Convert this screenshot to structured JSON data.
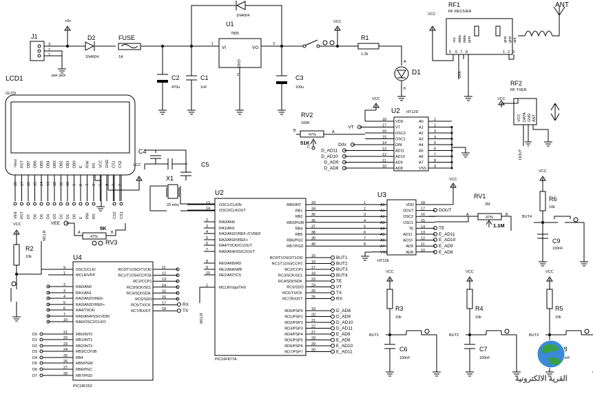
{
  "power": {
    "j1": "J1",
    "j1_pins": [
      "3",
      "2",
      "1"
    ],
    "pwr_jack": "pwr jack",
    "vplus9": "+9v",
    "d2": "D2",
    "d2_part": "1N4004",
    "fuse": "FUSE",
    "fuse_val": "1A",
    "u1": "U1",
    "u1_part": "7805",
    "u1_vi": "VI",
    "u1_vo": "VO",
    "u1_gnd": "GND",
    "u1_pins": [
      "1",
      "3",
      "2"
    ],
    "d_top_part": "1N4004",
    "c2": "C2",
    "c2_val": "470u",
    "c1": "C1",
    "c1_val": "1nF",
    "c3": "C3",
    "c3_val": "100u",
    "vcc": "VCC",
    "r1": "R1",
    "r1_val": "1.2k",
    "d1": "D1",
    "anode": "A",
    "cathode": "K"
  },
  "rf": {
    "rf1": "RF1",
    "rf1_desc": "RF RECIVER",
    "ant": "ANT",
    "rf1_pins": [
      "vcc",
      "data",
      "data",
      "gnd",
      "gnd",
      "gnd",
      "ant"
    ],
    "rf1_nums": [
      "5",
      "6",
      "7",
      "8",
      "1",
      "2",
      "3"
    ],
    "din": "DIN",
    "rf2": "RF2",
    "rf2_desc": "RF TXER",
    "rf2_pins": [
      "VCC",
      "DATA",
      "GND",
      "ANT"
    ],
    "dout": "DOUT"
  },
  "u2enc": {
    "name": "U2",
    "part": "HT12D",
    "left_pins": [
      "VDD",
      "VT",
      "OSC2",
      "OSC1",
      "DIN",
      "AD11",
      "AD10",
      "AD9",
      "AD8"
    ],
    "left_nums": [
      "18",
      "17",
      "16",
      "15",
      "14",
      "13",
      "12",
      "11",
      "10"
    ],
    "right_pins": [
      "A0",
      "A1",
      "A2",
      "A3",
      "A4",
      "A5",
      "A6",
      "A7",
      "VSS"
    ],
    "right_nums": [
      "1",
      "2",
      "3",
      "4",
      "5",
      "6",
      "7",
      "8",
      "9"
    ],
    "nets": [
      "VT",
      "DIN",
      "D_AD11",
      "D_AD10",
      "D_AD9",
      "D_AD8"
    ]
  },
  "rv2": {
    "name": "RV2",
    "val": "100K",
    "pct": "47%",
    "res": "51K",
    "a": "A",
    "b": "B",
    "c": "C"
  },
  "lcd": {
    "name": "LCD1",
    "part": "GLCD",
    "pins": [
      "-Vout",
      "RST",
      "DB7",
      "DB6",
      "DB5",
      "DB4",
      "DB3",
      "DB2",
      "DB1",
      "DB0",
      "E",
      "R/W",
      "RS",
      "VCC",
      "GND",
      "CS1",
      "CS2"
    ],
    "pin_nums": [
      "18",
      "17",
      "16",
      "15",
      "14",
      "13",
      "12",
      "11",
      "10",
      "9",
      "8",
      "7",
      "6",
      "5",
      "4",
      "3",
      "2",
      "1"
    ],
    "bottom_labels": [
      "VEE",
      "RST",
      "D7",
      "D6",
      "D5",
      "D4",
      "D3",
      "D2",
      "D1",
      "D0",
      "E",
      "RW",
      "RS",
      "CS2",
      "CS1"
    ]
  },
  "rv3": {
    "name": "RV3",
    "val": "5K",
    "pct": "47%",
    "vee": "VEE",
    "a": "A",
    "b": "B"
  },
  "osc": {
    "c4": "C4",
    "c5": "C5",
    "x1": "X1",
    "freq": "20 mhz"
  },
  "pic877": {
    "name": "U2",
    "part": "PIC16F877A",
    "left_pins": [
      "OSC1/CLKIN",
      "OSC2/CLKOUT",
      "RA0/AN0",
      "RA1/AN1",
      "RA2/AN2/VREF-/CVREF",
      "RA3/AN3/VREF+",
      "RA4/T0CKI/C1OUT",
      "RA5/AN4/SS/C2OUT",
      "RE0/AN5/RD",
      "RE1/AN6/WR",
      "RE2/AN7/CS",
      "MCLR/Vpp/THV"
    ],
    "left_nums": [
      "13",
      "14",
      "2",
      "3",
      "4",
      "5",
      "6",
      "7",
      "8",
      "9",
      "10",
      "1"
    ],
    "right_pins": [
      "RB0/INT",
      "RB1",
      "RB2",
      "RB3/PGM",
      "RB4",
      "RB5",
      "RB6/PGC",
      "RB7/PGD",
      "RC0/T1OSO/T1CKI",
      "RC1/T1OSI/CCP2",
      "RC2/CCP1",
      "RC3/SCK/SCL",
      "RC4/SDI/SDA",
      "RC5/SDO",
      "RC6/TX/CK",
      "RC7/RX/DT",
      "RD0/PSP0",
      "RD1/PSP1",
      "RD2/PSP2",
      "RD3/PSP3",
      "RD4/PSP4",
      "RD5/PSP5",
      "RD6/PSP6",
      "RD7/PSP7"
    ],
    "right_nums": [
      "33",
      "34",
      "35",
      "36",
      "37",
      "38",
      "39",
      "40",
      "15",
      "16",
      "17",
      "18",
      "23",
      "24",
      "25",
      "26",
      "19",
      "20",
      "21",
      "22",
      "27",
      "28",
      "29",
      "30"
    ],
    "nets_c": [
      "BUT1",
      "BUT2",
      "BUT3",
      "BUT4",
      "TE",
      "VT",
      "TX",
      "RX"
    ],
    "nets_d": [
      "D_AD8",
      "D_AD9",
      "D_AD10",
      "D_AD11",
      "E_AD9",
      "E_AD8",
      "E_AD10",
      "E_AD11"
    ],
    "mclr": "MCLR"
  },
  "u3": {
    "name": "U3",
    "part": "HT12E",
    "left_pins": [
      "A0",
      "A1",
      "A2",
      "A3",
      "A4",
      "A5",
      "A6",
      "A7",
      "VSS"
    ],
    "left_nums": [
      "1",
      "2",
      "3",
      "4",
      "5",
      "6",
      "7",
      "8",
      "9"
    ],
    "right_pins": [
      "VDD",
      "DOUT",
      "OSC2",
      "OSC1",
      "TE",
      "AD11",
      "AD10",
      "AD9",
      "AD8"
    ],
    "right_nums": [
      "18",
      "17",
      "16",
      "15",
      "14",
      "13",
      "12",
      "11",
      "10"
    ],
    "nets": [
      "DOUT",
      "TE",
      "E_AD11",
      "E_AD10",
      "E_AD9",
      "E_AD8"
    ]
  },
  "rv1": {
    "name": "RV1",
    "val": "2M",
    "pct": "47%",
    "res": "1.1M",
    "a": "A",
    "b": "B"
  },
  "r6": {
    "name": "R6",
    "val": "10k",
    "but": "BUT4",
    "c9": "C9",
    "c9_val": "100nF"
  },
  "r2": {
    "name": "R2",
    "val": "10k",
    "mclr": "MCLR"
  },
  "pic252": {
    "name": "U4",
    "part": "PIC18F252",
    "left_pins": [
      "OSC1/CLKI",
      "MCLR/VPP",
      "RA0/AN0",
      "RA1/AN1",
      "RA2/AN2/VREF-",
      "RA3/AN3/VREF+",
      "RA4/T0CKI",
      "RA5/AN4/SS/LVDIN",
      "RA6/OSC2/CLKO",
      "RB0/INT0",
      "RB1/INT1",
      "RB2/INT2",
      "RB3/CCP2B",
      "RB4",
      "RB5/PGM",
      "RB6/PGC",
      "RB7/PGD"
    ],
    "left_nums": [
      "9",
      "1",
      "2",
      "3",
      "4",
      "5",
      "6",
      "7",
      "10",
      "21",
      "22",
      "23",
      "24",
      "25",
      "26",
      "27",
      "28"
    ],
    "right_pins": [
      "RC0/T1OSO/T1CKI",
      "RC1/T1OSI/CCP2A",
      "RC2/CCP1",
      "RC3/SCK/SCL",
      "RC4/SDI/SDA",
      "RC5/SDO",
      "RC6/TX/CK",
      "RC7/RX/DT"
    ],
    "right_nums": [
      "11",
      "12",
      "13",
      "14",
      "15",
      "16",
      "17",
      "18"
    ],
    "d_nets": [
      "D0",
      "D1",
      "D2",
      "D3",
      "D4",
      "D5",
      "D6",
      "D7"
    ],
    "rx": "RX",
    "tx": "TX"
  },
  "buttons": [
    {
      "r": "R3",
      "val": "10k",
      "but": "BUT1",
      "c": "C6",
      "c_val": "100nF"
    },
    {
      "r": "R4",
      "val": "10k",
      "but": "BUT2",
      "c": "C7",
      "c_val": "100nF"
    },
    {
      "r": "R5",
      "val": "10k",
      "but": "BUT3",
      "c": "C8",
      "c_val": "100nF"
    }
  ],
  "logo": {
    "text": "القرية الالكترونية"
  }
}
